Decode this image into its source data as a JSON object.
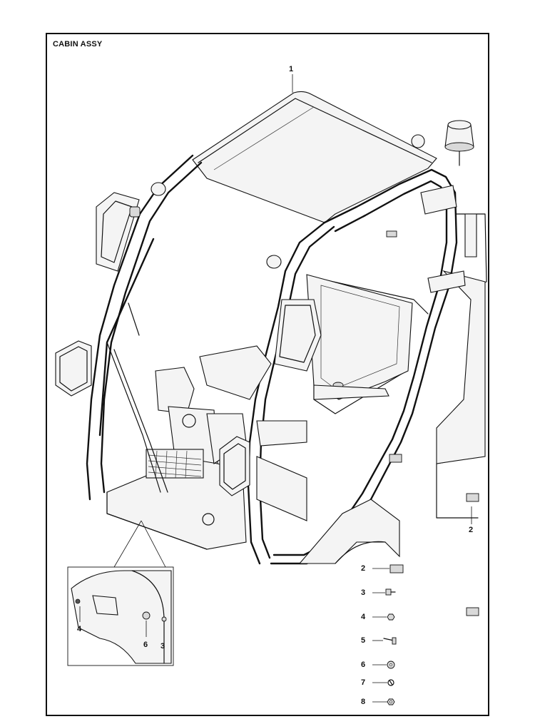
{
  "diagram": {
    "title": "CABIN ASSY",
    "callouts": {
      "main_cabin": "1",
      "decal_side": "2",
      "list_decal": "2",
      "list_screw": "3",
      "list_nut": "4",
      "list_bolt": "5",
      "list_washer": "6",
      "list_spring_washer": "7",
      "list_lock_nut": "8",
      "detail_nut": "4",
      "detail_washer": "6",
      "detail_screw": "3"
    }
  }
}
